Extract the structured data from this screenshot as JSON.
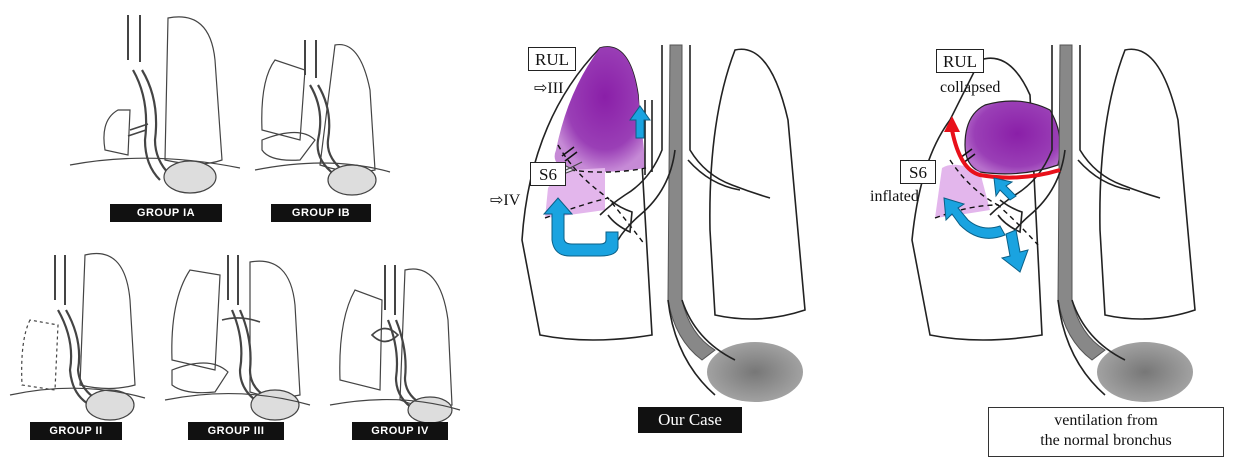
{
  "left_panel": {
    "groups": [
      "GROUP IA",
      "GROUP IB",
      "GROUP II",
      "GROUP III",
      "GROUP IV"
    ]
  },
  "middle_panel": {
    "rul_label": "RUL",
    "rul_arrow_text": "⇨III",
    "s6_label": "S6",
    "s6_arrow_text": "⇨IV",
    "caption": "Our Case"
  },
  "right_panel": {
    "rul_label": "RUL",
    "rul_state": "collapsed",
    "s6_label": "S6",
    "s6_state": "inflated",
    "caption_line1": "ventilation from",
    "caption_line2": "the normal bronchus"
  },
  "colors": {
    "rul_purple": "#8a1fa8",
    "s6_pink": "#e3b6ec",
    "airflow_blue": "#1aa3e0",
    "collapse_red": "#e8101a",
    "trachea_gray": "#888888"
  }
}
